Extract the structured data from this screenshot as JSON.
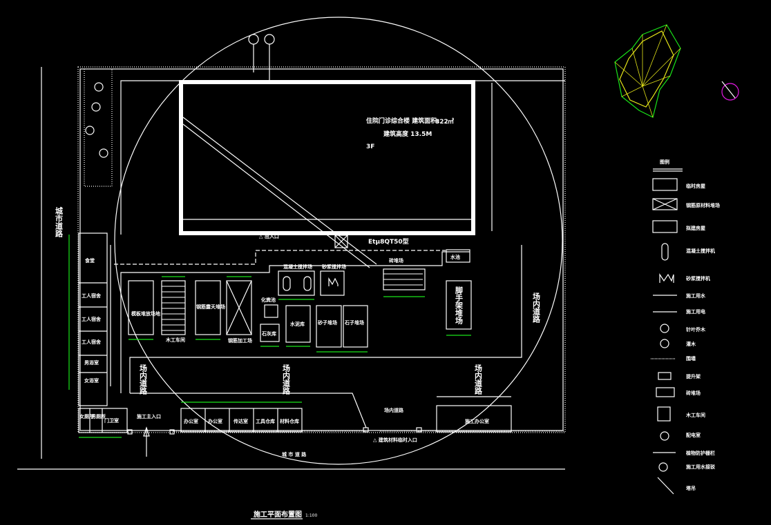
{
  "drawing": {
    "title": "施工平面布置图",
    "scale": "1:100",
    "building": {
      "name_area": "住院门诊综合楼 建筑面积:",
      "area": "822",
      "area_unit": "㎡",
      "height": "建筑高度 13.5M",
      "floors": "3F"
    },
    "crane": "Etμ8QT50型",
    "entrance_top": "△ 出入口",
    "main_entrance": "施工主入口",
    "material_entrance": "△ 建筑材料临时入口",
    "city_road_bottom": "城 市 道 路",
    "city_road_left": "城市道路",
    "site_road": "场内道路",
    "site_road_v": "场内道路",
    "dorms": [
      "食堂",
      "工人宿舍",
      "工人宿舍",
      "工人宿舍",
      "男浴室",
      "女浴室"
    ],
    "toilets": [
      "女厕所",
      "男厕所",
      "门卫室"
    ],
    "offices": [
      "办公室",
      "办公室",
      "传达室",
      "工具仓库",
      "材料仓库"
    ],
    "site_office": "施工办公室",
    "yards": {
      "formwork": "模板堆放场地",
      "carpentry": "木工车间",
      "rebar_yard": "钢筋露天堆场",
      "rebar_work": "钢筋加工场",
      "concrete": "混凝土搅拌场",
      "mortar": "砂浆搅拌场",
      "brick": "砖堆场",
      "pool": "水池",
      "scaffold": "脚手架堆场",
      "septic": "化粪池",
      "lime": "石灰库",
      "cement": "水泥库",
      "sand": "砂子堆场",
      "stone": "石子堆场"
    }
  },
  "legend": {
    "title": "图例",
    "items": [
      "临时房屋",
      "钢筋原材料堆场",
      "拟建房屋",
      "混凝土搅拌机",
      "砂浆搅拌机",
      "施工用水",
      "施工用电",
      "针叶乔木",
      "灌木",
      "围墙",
      "提升架",
      "砖堆场",
      "木工车间",
      "配电室",
      "植物防护栅栏",
      "施工用水接驳",
      "塔吊"
    ]
  },
  "colors": {
    "background": "#000000",
    "line": "#ffffff",
    "dimension": "#19e619",
    "windrose_a": "#19e619",
    "windrose_b": "#e6e619",
    "compass": "#e619e6"
  }
}
